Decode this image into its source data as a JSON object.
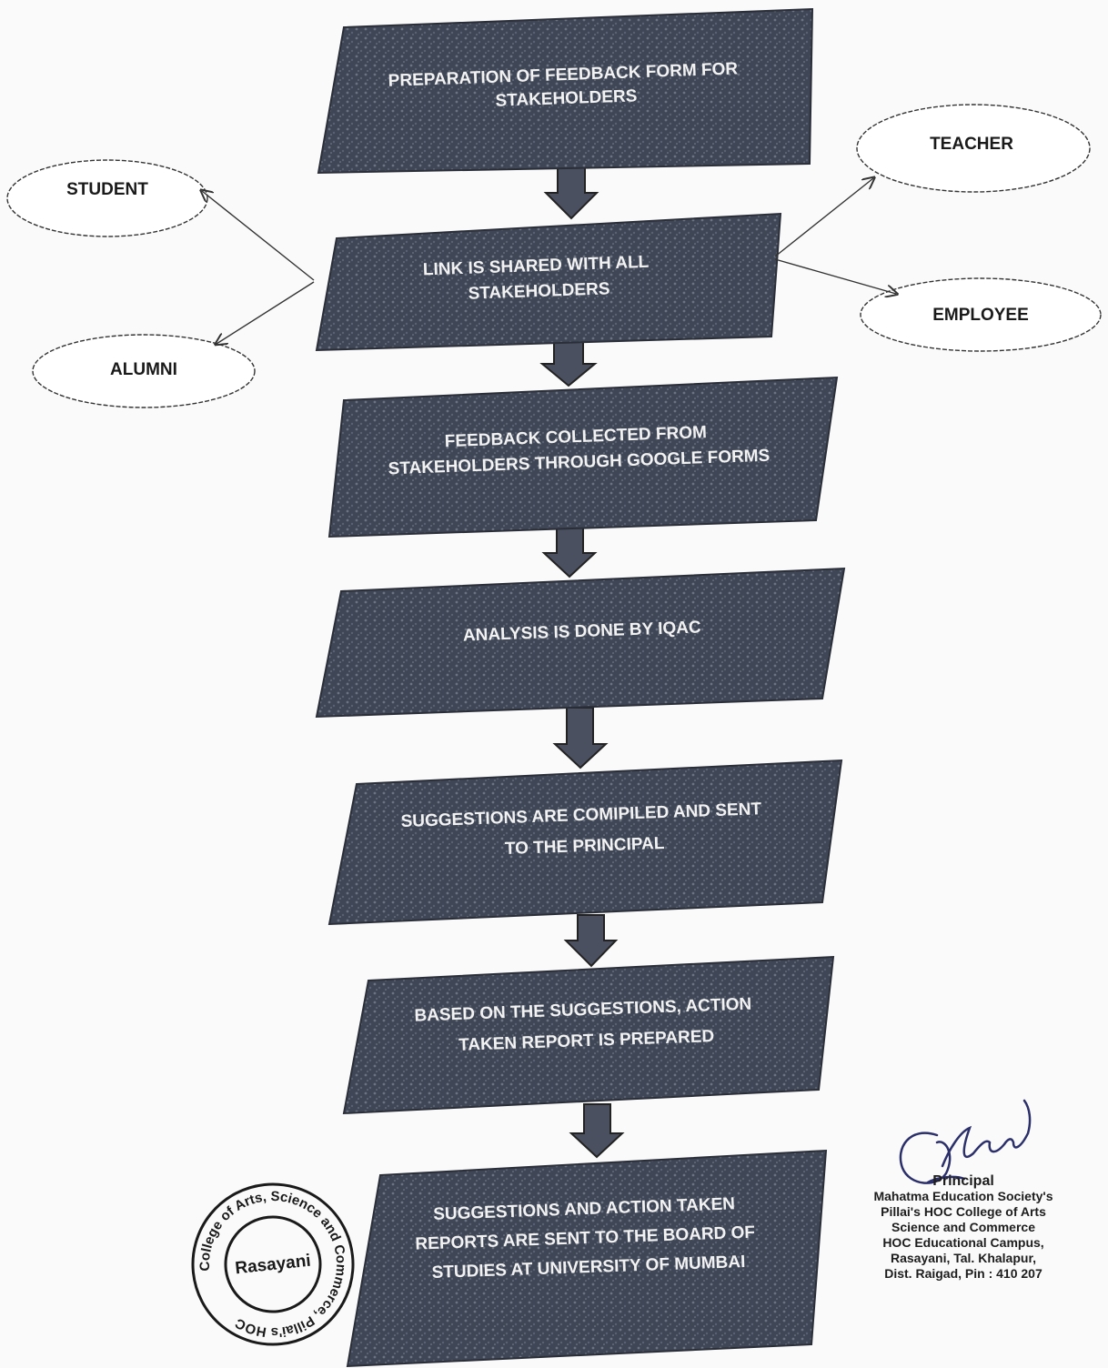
{
  "flow_steps": [
    {
      "lines": [
        "PREPARATION OF FEEDBACK FORM FOR",
        "STAKEHOLDERS"
      ]
    },
    {
      "lines": [
        "LINK IS SHARED WITH ALL",
        "STAKEHOLDERS"
      ]
    },
    {
      "lines": [
        "FEEDBACK COLLECTED FROM",
        "STAKEHOLDERS THROUGH GOOGLE FORMS"
      ]
    },
    {
      "lines": [
        "ANALYSIS IS DONE BY IQAC"
      ]
    },
    {
      "lines": [
        "SUGGESTIONS ARE COMIPILED AND SENT",
        "TO THE PRINCIPAL"
      ]
    },
    {
      "lines": [
        "BASED ON THE SUGGESTIONS,  ACTION",
        "TAKEN REPORT IS PREPARED"
      ]
    },
    {
      "lines": [
        "SUGGESTIONS AND ACTION TAKEN",
        "REPORTS ARE SENT TO THE BOARD OF",
        "STUDIES AT UNIVERSITY OF MUMBAI"
      ]
    }
  ],
  "stakeholders": {
    "student": "STUDENT",
    "alumni": "ALUMNI",
    "teacher": "TEACHER",
    "employee": "EMPLOYEE"
  },
  "seal": {
    "ring_text": "College of Arts, Science and Commerce, Pillai's HOC",
    "center_text": "Rasayani"
  },
  "signature": {
    "title": "Principal",
    "lines": [
      "Mahatma Education Society's",
      "Pillai's HOC College of Arts",
      "Science and Commerce",
      "HOC Educational Campus,",
      "Rasayani, Tal. Khalapur,",
      "Dist. Raigad, Pin : 410 207"
    ]
  },
  "colors": {
    "box_fill": "#3f4656",
    "box_texture": "#6b7384",
    "arrow_fill": "#4a5060",
    "text_light": "#f2f2f2",
    "ink": "#1a1a1a"
  }
}
